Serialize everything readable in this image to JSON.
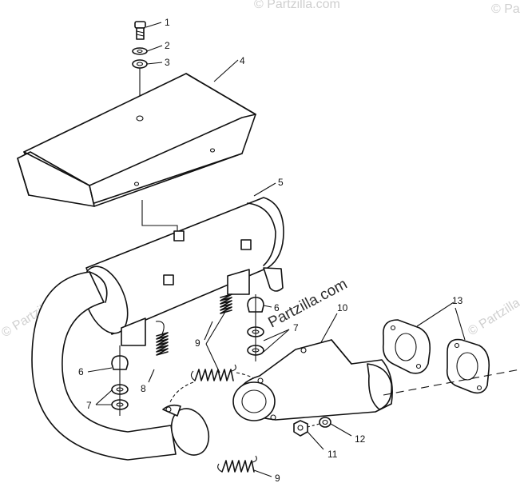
{
  "watermark": {
    "main": "Partzilla.com",
    "corner": "© Partzilla.com",
    "side": "© Partzilla.com"
  },
  "callouts": {
    "c1": "1",
    "c2": "2",
    "c3": "3",
    "c4": "4",
    "c5": "5",
    "c6a": "6",
    "c6b": "6",
    "c7a": "7",
    "c7b": "7",
    "c8": "8",
    "c9a": "9",
    "c9b": "9",
    "c10": "10",
    "c11": "11",
    "c12": "12",
    "c13": "13"
  },
  "colors": {
    "line": "#111111",
    "background": "#ffffff",
    "watermark": "#cfcfcf"
  }
}
